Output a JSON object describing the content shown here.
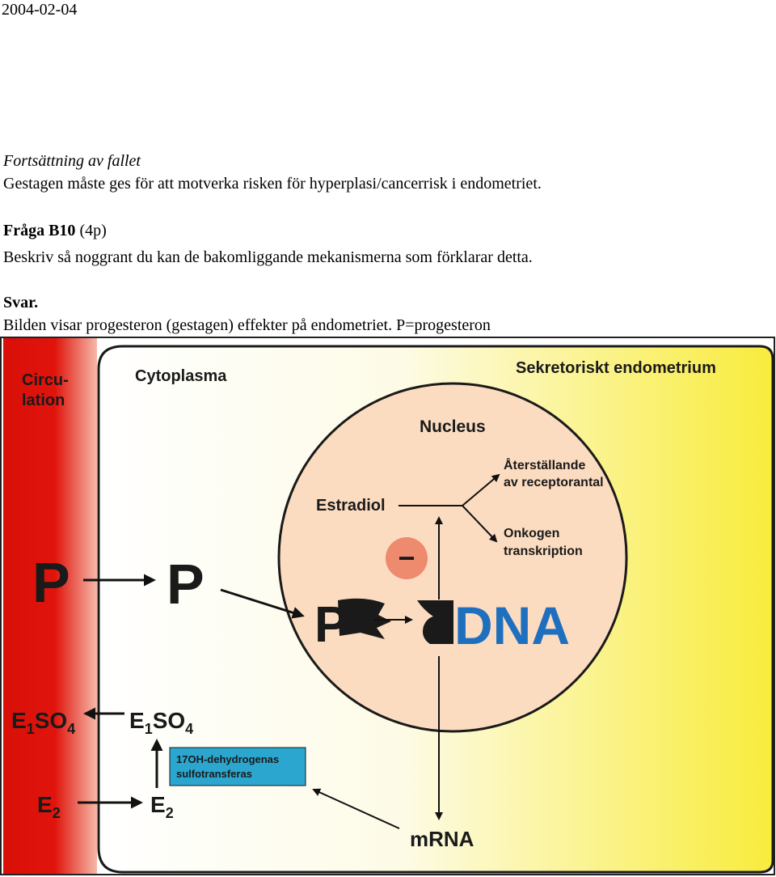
{
  "doc": {
    "date": "2004-02-04",
    "section_title": "Fortsättning av fallet",
    "intro_line": "Gestagen måste ges för att motverka risken för hyperplasi/cancerrisk i endometriet.",
    "question_label": "Fråga B10",
    "question_points": "(4p)",
    "question_text": "Beskriv så noggrant du kan de bakomliggande mekanismerna som förklarar detta.",
    "answer_label": "Svar.",
    "answer_text": "Bilden visar progesteron (gestagen) effekter på endometriet. P=progesteron"
  },
  "figure": {
    "circulation_line1": "Circu-",
    "circulation_line2": "lation",
    "cytoplasma": "Cytoplasma",
    "title": "Sekretoriskt endometrium",
    "nucleus": "Nucleus",
    "estradiol": "Estradiol",
    "effect1_line1": "Återställande",
    "effect1_line2": "av receptorantal",
    "effect2_line1": "Onkogen",
    "effect2_line2": "transkription",
    "minus_symbol": "−",
    "p_circulation": "P",
    "p_cytoplasm": "P",
    "p_receptor": "P",
    "dna": "DNA",
    "e1so4_left_main": "E",
    "e1so4_left_sub1": "1",
    "e1so4_left_main2": "SO",
    "e1so4_left_sub2": "4",
    "e1so4_right_main": "E",
    "e1so4_right_sub1": "1",
    "e1so4_right_main2": "SO",
    "e1so4_right_sub2": "4",
    "e2_left_main": "E",
    "e2_left_sub": "2",
    "e2_right_main": "E",
    "e2_right_sub": "2",
    "enzyme_line1": "17OH-dehydrogenas",
    "enzyme_line2": "sulfotransferas",
    "mrna": "mRNA",
    "colors": {
      "circulation_red": "#e0140c",
      "cell_yellow": "#f8ec3c",
      "nucleus_fill": "#fbdcc0",
      "dna_blue": "#1f6fbf",
      "enzyme_box": "#2aa6cf",
      "minus_circle": "#ee8a6e"
    }
  }
}
